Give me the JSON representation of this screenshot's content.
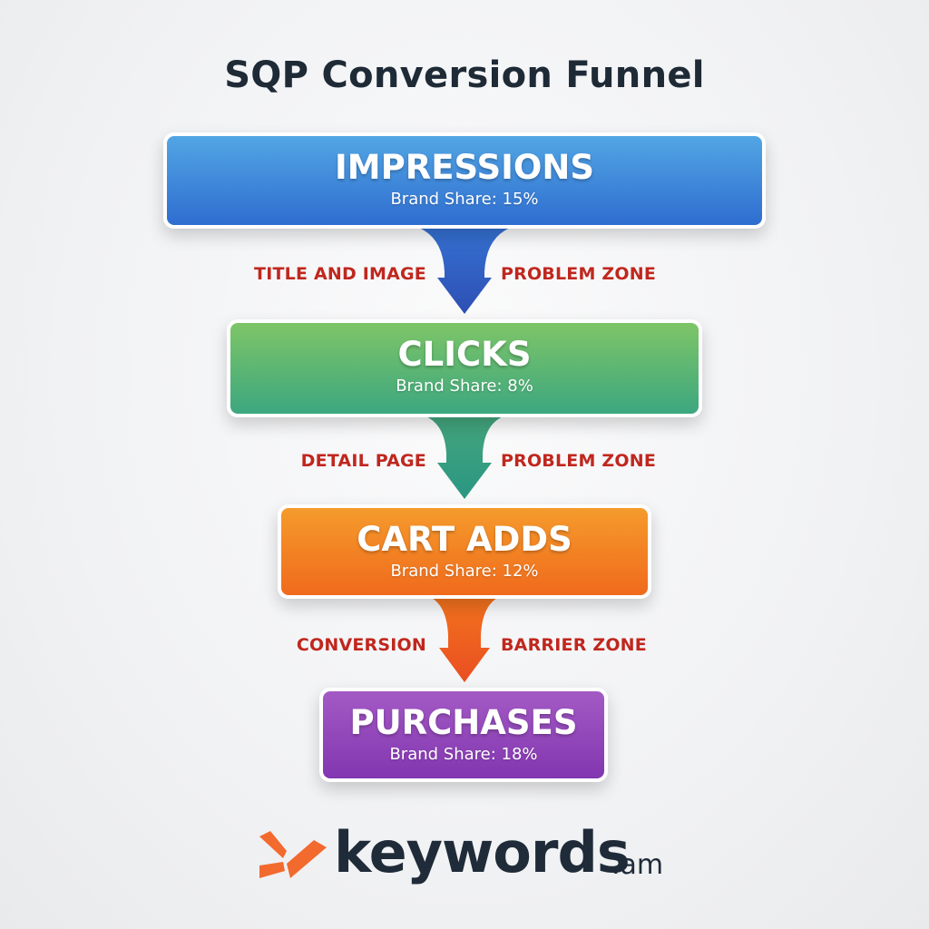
{
  "title": "SQP Conversion Funnel",
  "stages": [
    {
      "name": "IMPRESSIONS",
      "share": "Brand Share: 15%",
      "color": "#3a82d8"
    },
    {
      "name": "CLICKS",
      "share": "Brand Share: 8%",
      "color": "#5cb572"
    },
    {
      "name": "CART ADDS",
      "share": "Brand Share: 12%",
      "color": "#f3821f"
    },
    {
      "name": "PURCHASES",
      "share": "Brand Share: 18%",
      "color": "#9347bb"
    }
  ],
  "transitions": [
    {
      "left": "TITLE AND IMAGE",
      "right": "PROBLEM ZONE"
    },
    {
      "left": "DETAIL PAGE",
      "right": "PROBLEM ZONE"
    },
    {
      "left": "CONVERSION",
      "right": "BARRIER ZONE"
    }
  ],
  "logo": {
    "name": "keywords",
    "suffix": ".am",
    "mark_color": "#f26a2e"
  },
  "colors": {
    "label_red": "#c0271e",
    "text_dark": "#1e2a36"
  }
}
